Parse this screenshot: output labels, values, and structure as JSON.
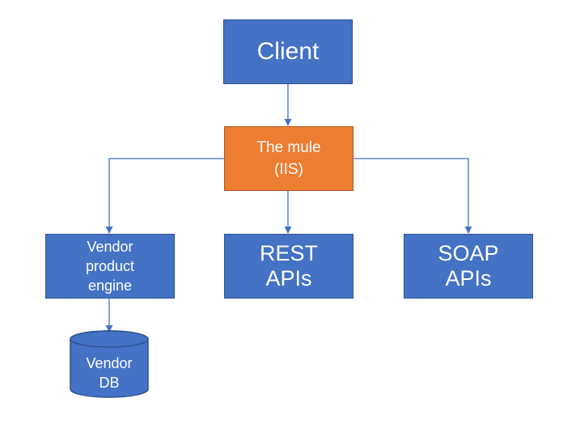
{
  "colors": {
    "box_fill": "#4472c4",
    "box_border": "#2f528f",
    "highlight_fill": "#ed7d31",
    "highlight_border": "#ae5a21",
    "connector": "#4472c4",
    "text": "#ffffff"
  },
  "nodes": {
    "client": {
      "lines": [
        "Client"
      ]
    },
    "mule": {
      "lines": [
        "The mule",
        "(IIS)"
      ]
    },
    "vendor_engine": {
      "lines": [
        "Vendor",
        "product",
        "engine"
      ]
    },
    "rest": {
      "lines": [
        "REST",
        "APIs"
      ]
    },
    "soap": {
      "lines": [
        "SOAP",
        "APIs"
      ]
    },
    "vendor_db": {
      "lines": [
        "Vendor",
        "DB"
      ]
    }
  }
}
